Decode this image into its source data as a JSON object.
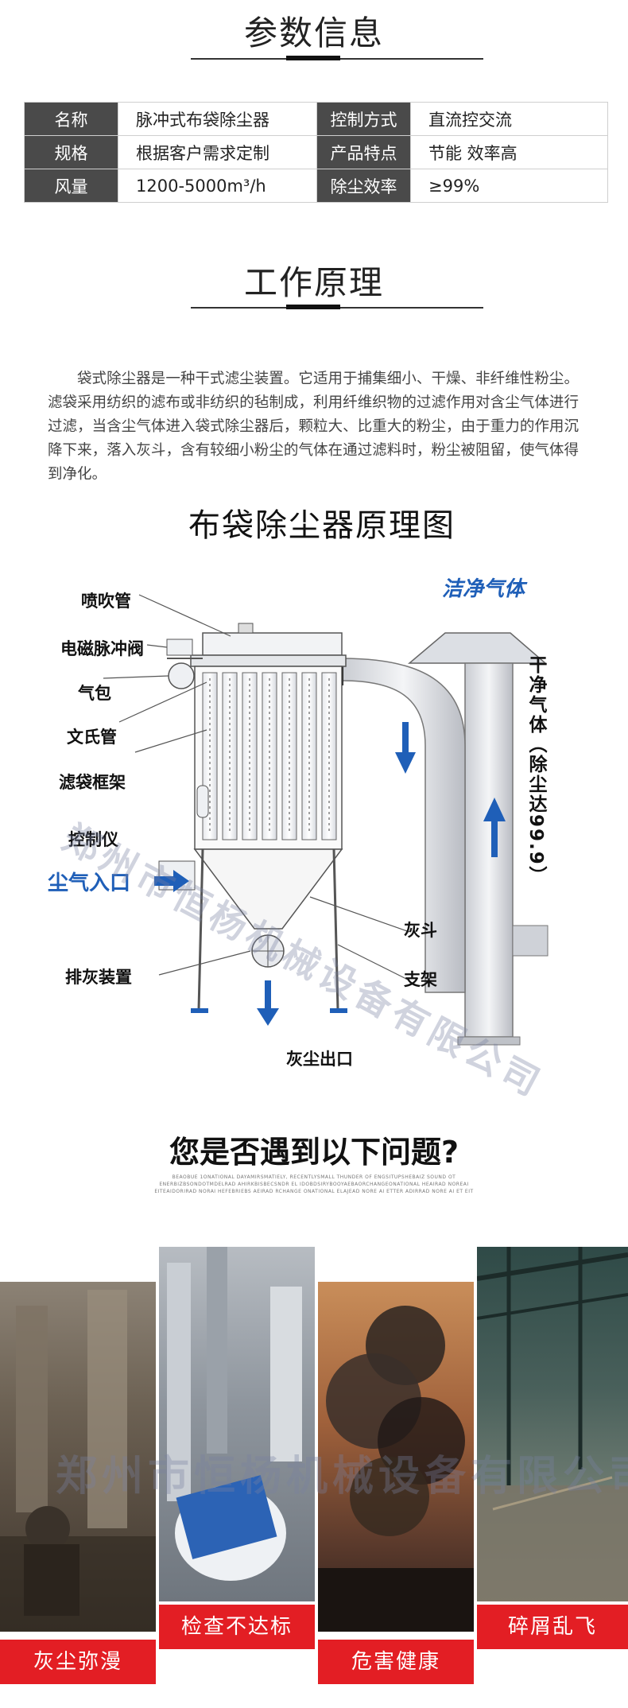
{
  "params": {
    "title": "参数信息",
    "rows": [
      {
        "l1": "名称",
        "v1": "脉冲式布袋除尘器",
        "l2": "控制方式",
        "v2": "直流控交流"
      },
      {
        "l1": "规格",
        "v1": "根据客户需求定制",
        "l2": "产品特点",
        "v2": "节能 效率高"
      },
      {
        "l1": "风量",
        "v1": "1200-5000m³/h",
        "l2": "除尘效率",
        "v2": "≥99%"
      }
    ]
  },
  "principle": {
    "title": "工作原理",
    "text": "袋式除尘器是一种干式滤尘装置。它适用于捕集细小、干燥、非纤维性粉尘。滤袋采用纺织的滤布或非纺织的毡制成，利用纤维织物的过滤作用对含尘气体进行过滤，当含尘气体进入袋式除尘器后，颗粒大、比重大的粉尘，由于重力的作用沉降下来，落入灰斗，含有较细小粉尘的气体在通过滤料时，粉尘被阻留，使气体得到净化。"
  },
  "diagram": {
    "title": "布袋除尘器原理图",
    "labels": {
      "nozzle": "喷吹管",
      "valve": "电磁脉冲阀",
      "air_bag": "气包",
      "venturi": "文氏管",
      "frame": "滤袋框架",
      "controller": "控制仪",
      "inlet": "尘气入口",
      "discharge": "排灰装置",
      "hopper": "灰斗",
      "support": "支架",
      "outlet": "灰尘出口",
      "clean_gas": "洁净气体",
      "dry_gas": "干净气体",
      "removal": "（除尘达99.9）"
    }
  },
  "watermark": "郑州市恒杨机械设备有限公司",
  "problems": {
    "title": "您是否遇到以下问题?",
    "fine_text": "BEAOBUE 1ONATIONAL DAYAMIRSMATIELY, RECENTLYSMALL THUNDER OF ENGSITUPSHEBAIZ SOUND OT ENERBIZBSONDOTMDELRAD AHIRKBISBECSNDR EL IDOBDSIRYBOOYAEBAORCHANGEONATIONAL HEAIRAD NOREAI EITEAIDORIRAD NORAI HEFEBRIEBS AEIRAD RCHANGE ONATIONAL ELAJEAD NORE AI ETTER ADIRRAD NORE AI ET EIT",
    "items": [
      {
        "caption": "灰尘弥漫"
      },
      {
        "caption": "检查不达标"
      },
      {
        "caption": "危害健康"
      },
      {
        "caption": "碎屑乱飞"
      }
    ]
  }
}
